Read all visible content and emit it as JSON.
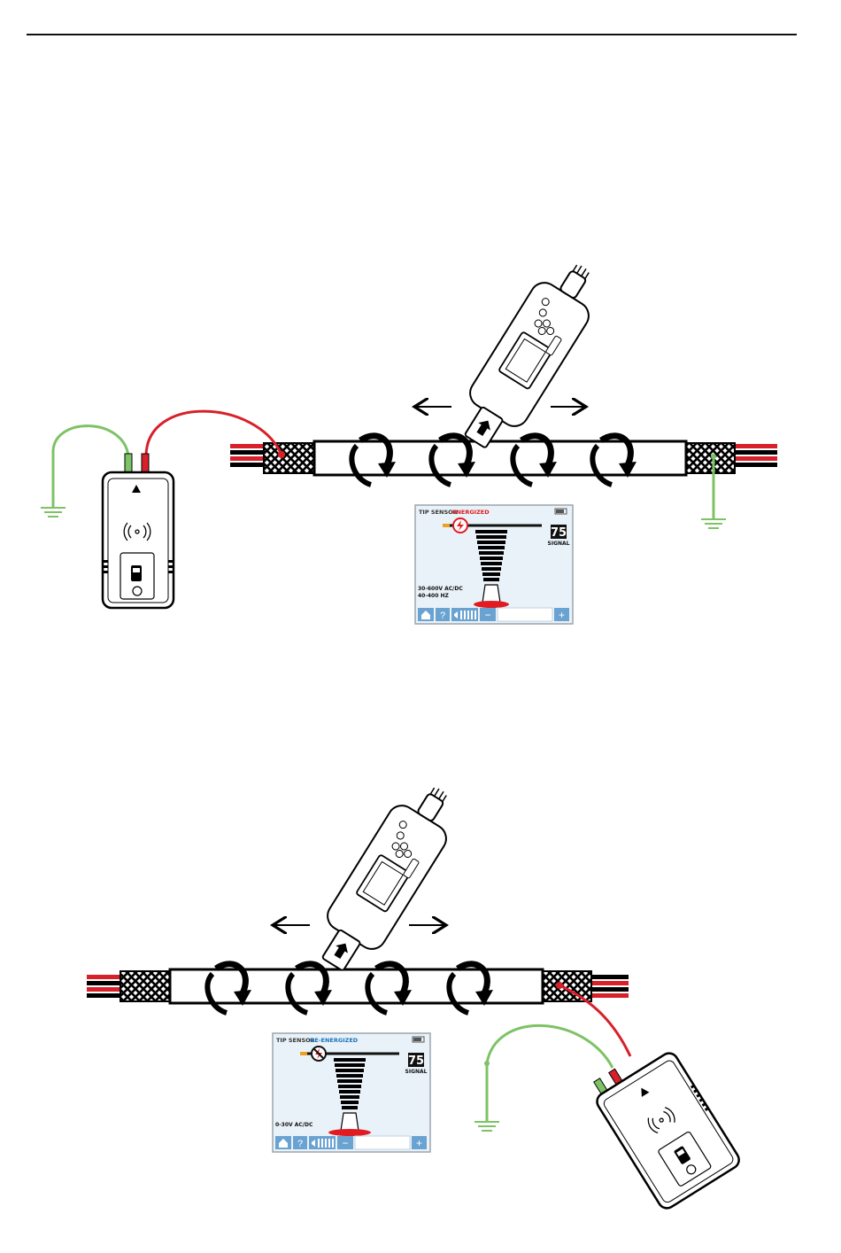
{
  "colors": {
    "ground_wire": "#7dc366",
    "signal_wire": "#d8202a",
    "energized": "#e11b22",
    "de_energized": "#1c75bc",
    "screen_bg": "#e9f2f8",
    "toolbar": "#6aa3d1"
  },
  "screen_top": {
    "title_prefix": "TIP SENSOR",
    "title_status": "ENERGIZED",
    "signal_value": "75",
    "signal_label": "SIGNAL",
    "range_line1": "30-600V AC/DC",
    "range_line2": "40-400 HZ"
  },
  "screen_bottom": {
    "title_prefix": "TIP SENSOR",
    "title_status": "DE-ENERGIZED",
    "signal_value": "75",
    "signal_label": "SIGNAL",
    "range_line1": "0-30V AC/DC"
  },
  "toolbar": {
    "help": "?",
    "minus": "−",
    "plus": "+"
  },
  "icons": [
    "home-icon",
    "help-icon",
    "volume-icon",
    "ground-symbol-icon",
    "lightning-icon",
    "no-lightning-icon",
    "hazard-icon",
    "wireless-icon"
  ]
}
